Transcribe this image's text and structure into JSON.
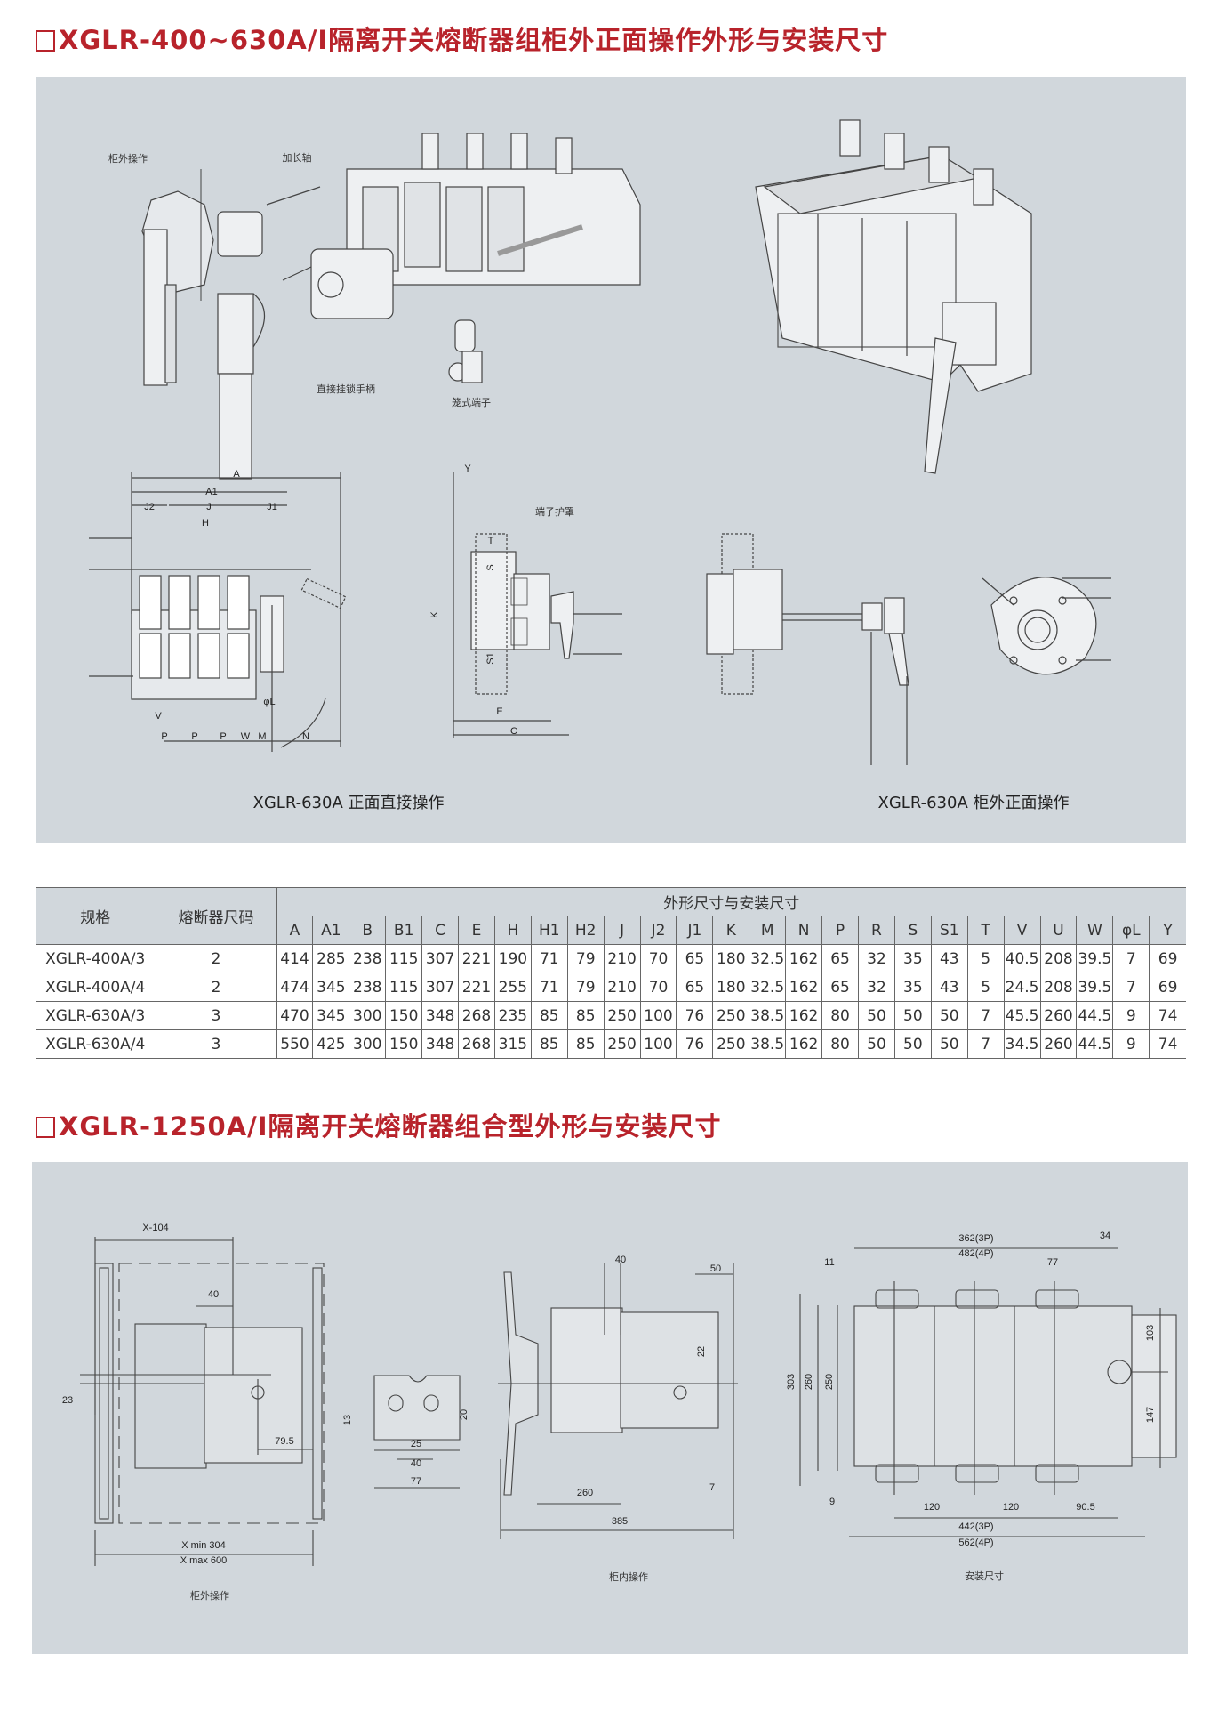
{
  "section1": {
    "title": "XGLR-400~630A/I隔离开关熔断器组柜外正面操作外形与安装尺寸",
    "callouts": {
      "external_operation": "柜外操作",
      "extension_shaft": "加长轴",
      "padlock_handle": "直接挂锁手柄",
      "cage_terminal": "笼式端子",
      "terminal_cover": "端子护罩"
    },
    "dims": {
      "A": "A",
      "A1": "A1",
      "J2": "J2",
      "J": "J",
      "J1": "J1",
      "H": "H",
      "V": "V",
      "P": "P",
      "W": "W",
      "M": "M",
      "N": "N",
      "phiL": "φL",
      "Y": "Y",
      "T": "T",
      "S": "S",
      "K": "K",
      "S1": "S1",
      "E": "E",
      "C": "C"
    },
    "caption_left": "XGLR-630A 正面直接操作",
    "caption_right": "XGLR-630A 柜外正面操作"
  },
  "table": {
    "col_spec": "规格",
    "col_fuse": "熔断器尺码",
    "group_header": "外形尺寸与安装尺寸",
    "dim_headers": [
      "A",
      "A1",
      "B",
      "B1",
      "C",
      "E",
      "H",
      "H1",
      "H2",
      "J",
      "J2",
      "J1",
      "K",
      "M",
      "N",
      "P",
      "R",
      "S",
      "S1",
      "T",
      "V",
      "U",
      "W",
      "φL",
      "Y"
    ],
    "rows": [
      {
        "spec": "XGLR-400A/3",
        "fuse": "2",
        "values": [
          "414",
          "285",
          "238",
          "115",
          "307",
          "221",
          "190",
          "71",
          "79",
          "210",
          "70",
          "65",
          "180",
          "32.5",
          "162",
          "65",
          "32",
          "35",
          "43",
          "5",
          "40.5",
          "208",
          "39.5",
          "7",
          "69"
        ]
      },
      {
        "spec": "XGLR-400A/4",
        "fuse": "2",
        "values": [
          "474",
          "345",
          "238",
          "115",
          "307",
          "221",
          "255",
          "71",
          "79",
          "210",
          "70",
          "65",
          "180",
          "32.5",
          "162",
          "65",
          "32",
          "35",
          "43",
          "5",
          "24.5",
          "208",
          "39.5",
          "7",
          "69"
        ]
      },
      {
        "spec": "XGLR-630A/3",
        "fuse": "3",
        "values": [
          "470",
          "345",
          "300",
          "150",
          "348",
          "268",
          "235",
          "85",
          "85",
          "250",
          "100",
          "76",
          "250",
          "38.5",
          "162",
          "80",
          "50",
          "50",
          "50",
          "7",
          "45.5",
          "260",
          "44.5",
          "9",
          "74"
        ]
      },
      {
        "spec": "XGLR-630A/4",
        "fuse": "3",
        "values": [
          "550",
          "425",
          "300",
          "150",
          "348",
          "268",
          "315",
          "85",
          "85",
          "250",
          "100",
          "76",
          "250",
          "38.5",
          "162",
          "80",
          "50",
          "50",
          "50",
          "7",
          "34.5",
          "260",
          "44.5",
          "9",
          "74"
        ]
      }
    ]
  },
  "section2": {
    "title": "XGLR-1250A/I隔离开关熔断器组合型外形与安装尺寸",
    "left": {
      "x104": "X-104",
      "d40": "40",
      "d23": "23",
      "d79": "79.5",
      "xmin": "X  min 304",
      "xmax": "X  max 600",
      "caption": "柜外操作"
    },
    "middle": {
      "d13": "13",
      "d20": "20",
      "d25": "25",
      "d40": "40",
      "d77": "77"
    },
    "inner": {
      "d40": "40",
      "d50": "50",
      "d22": "22",
      "d260": "260",
      "d7": "7",
      "d385": "385",
      "caption": "柜内操作"
    },
    "right": {
      "w3p": "362(3P)",
      "w4p": "482(4P)",
      "d34": "34",
      "d11": "11",
      "d77": "77",
      "d303": "303",
      "d260": "260",
      "d250": "250",
      "d103": "103",
      "d147": "147",
      "d9": "9",
      "p1": "120",
      "p2": "120",
      "d905": "90.5",
      "t3p": "442(3P)",
      "t4p": "562(4P)",
      "caption": "安装尺寸"
    }
  },
  "colors": {
    "title": "#b8232b",
    "panel": "#d1d7dc"
  }
}
